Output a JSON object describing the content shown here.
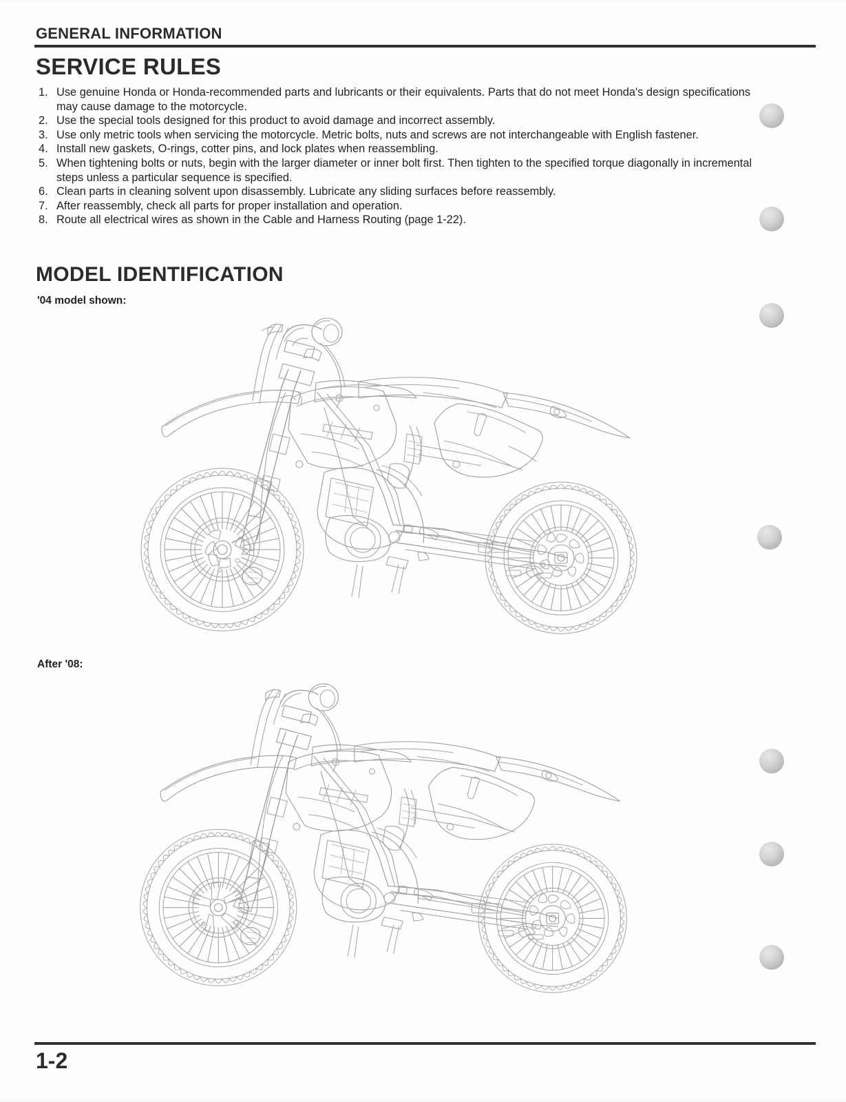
{
  "document": {
    "running_header": "GENERAL INFORMATION",
    "page_number": "1-2"
  },
  "service_rules": {
    "heading": "SERVICE RULES",
    "items": [
      {
        "number": "1.",
        "text": "Use genuine Honda or Honda-recommended parts and lubricants or their equivalents. Parts that do not meet Honda's design specifications may cause damage to the motorcycle."
      },
      {
        "number": "2.",
        "text": "Use the special tools designed for this product to avoid damage and incorrect assembly."
      },
      {
        "number": "3.",
        "text": "Use only metric tools when servicing the motorcycle. Metric bolts, nuts and screws are not interchangeable with English fastener."
      },
      {
        "number": "4.",
        "text": "Install new gaskets, O-rings, cotter pins, and lock plates when reassembling."
      },
      {
        "number": "5.",
        "text": "When tightening bolts or nuts, begin with the larger diameter or inner bolt first. Then tighten to the specified torque diagonally in incremental steps unless a particular sequence is specified."
      },
      {
        "number": "6.",
        "text": "Clean parts in cleaning solvent upon disassembly. Lubricate any sliding surfaces before reassembly."
      },
      {
        "number": "7.",
        "text": "After reassembly, check all parts for proper installation and operation."
      },
      {
        "number": "8.",
        "text": "Route all electrical wires as shown in the Cable and Harness Routing (page 1-22)."
      }
    ]
  },
  "model_identification": {
    "heading": "MODEL IDENTIFICATION",
    "figures": [
      {
        "caption": "'04 model shown:",
        "subject": "motorcycle-line-drawing-left-side-view"
      },
      {
        "caption": "After '08:",
        "subject": "motorcycle-line-drawing-left-side-view"
      }
    ]
  },
  "binding_holes": {
    "count": 7,
    "positions_y": [
      150,
      300,
      440,
      762,
      1087,
      1222,
      1372
    ]
  },
  "colors": {
    "text": "#231f20",
    "rule": "#2f2f2f",
    "line_art": "#9a9a9a",
    "binding_hole": "#c9c9c9",
    "page_background": "#ffffff"
  }
}
